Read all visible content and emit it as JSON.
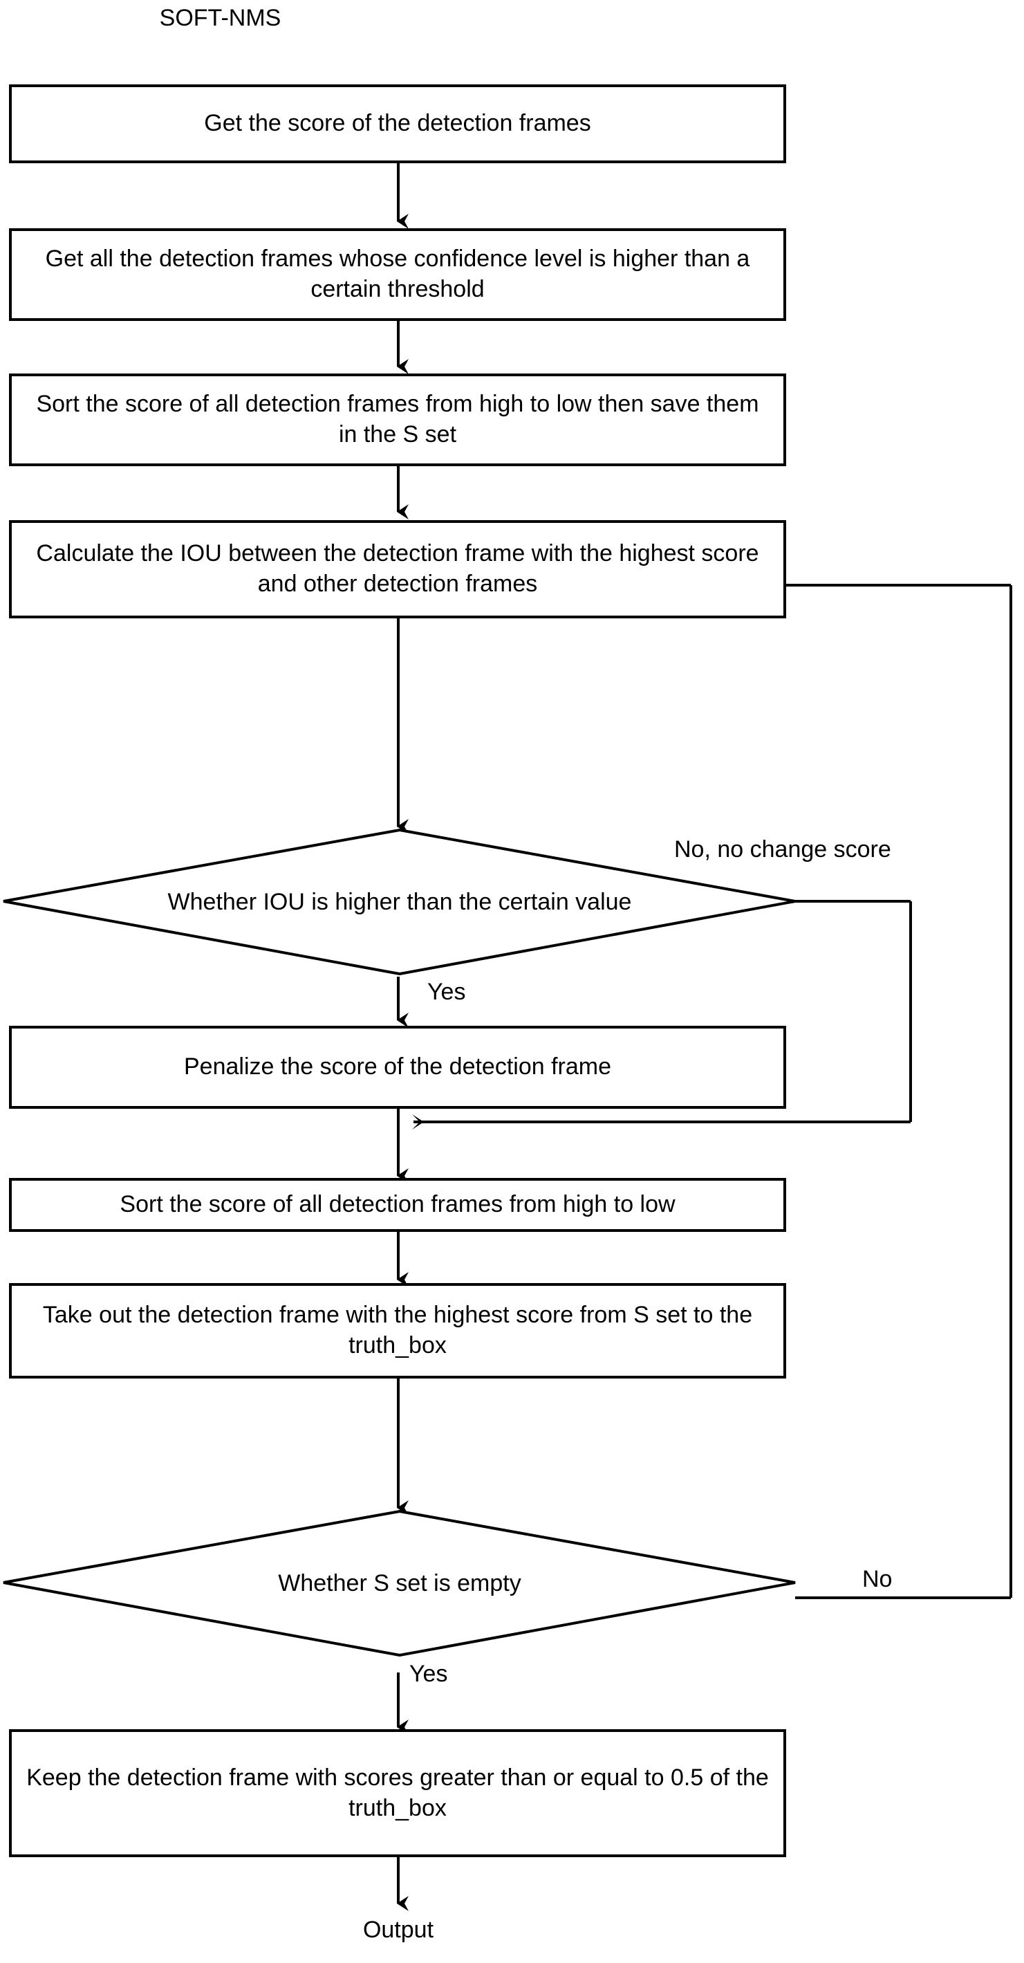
{
  "diagram": {
    "title": "SOFT-NMS",
    "terminal_end": "Output",
    "line_color": "#000000",
    "background_color": "#ffffff",
    "nodes": [
      {
        "id": "n1",
        "type": "process",
        "text": "Get the score of the detection frames"
      },
      {
        "id": "n2",
        "type": "process",
        "text": "Get all the detection frames whose confidence level is higher than a certain threshold"
      },
      {
        "id": "n3",
        "type": "process",
        "text": "Sort the score of all detection frames from high to low then save them in the S set"
      },
      {
        "id": "n4",
        "type": "process",
        "text": "Calculate the IOU between the detection frame with the highest score and other detection frames"
      },
      {
        "id": "d1",
        "type": "decision",
        "text": "Whether IOU is higher than the certain value"
      },
      {
        "id": "n5",
        "type": "process",
        "text": "Penalize the score of the detection frame"
      },
      {
        "id": "n6",
        "type": "process",
        "text": "Sort the score of all detection frames from high to low"
      },
      {
        "id": "n7",
        "type": "process",
        "text": "Take out the detection frame with the highest score from S set to the truth_box"
      },
      {
        "id": "d2",
        "type": "decision",
        "text": "Whether S set is empty"
      },
      {
        "id": "n8",
        "type": "process",
        "text": "Keep the detection frame with scores greater than or equal to 0.5 of the truth_box"
      }
    ],
    "edge_labels": {
      "d1_no": "No, no change score",
      "d1_yes": "Yes",
      "d2_no": "No",
      "d2_yes": "Yes"
    }
  }
}
